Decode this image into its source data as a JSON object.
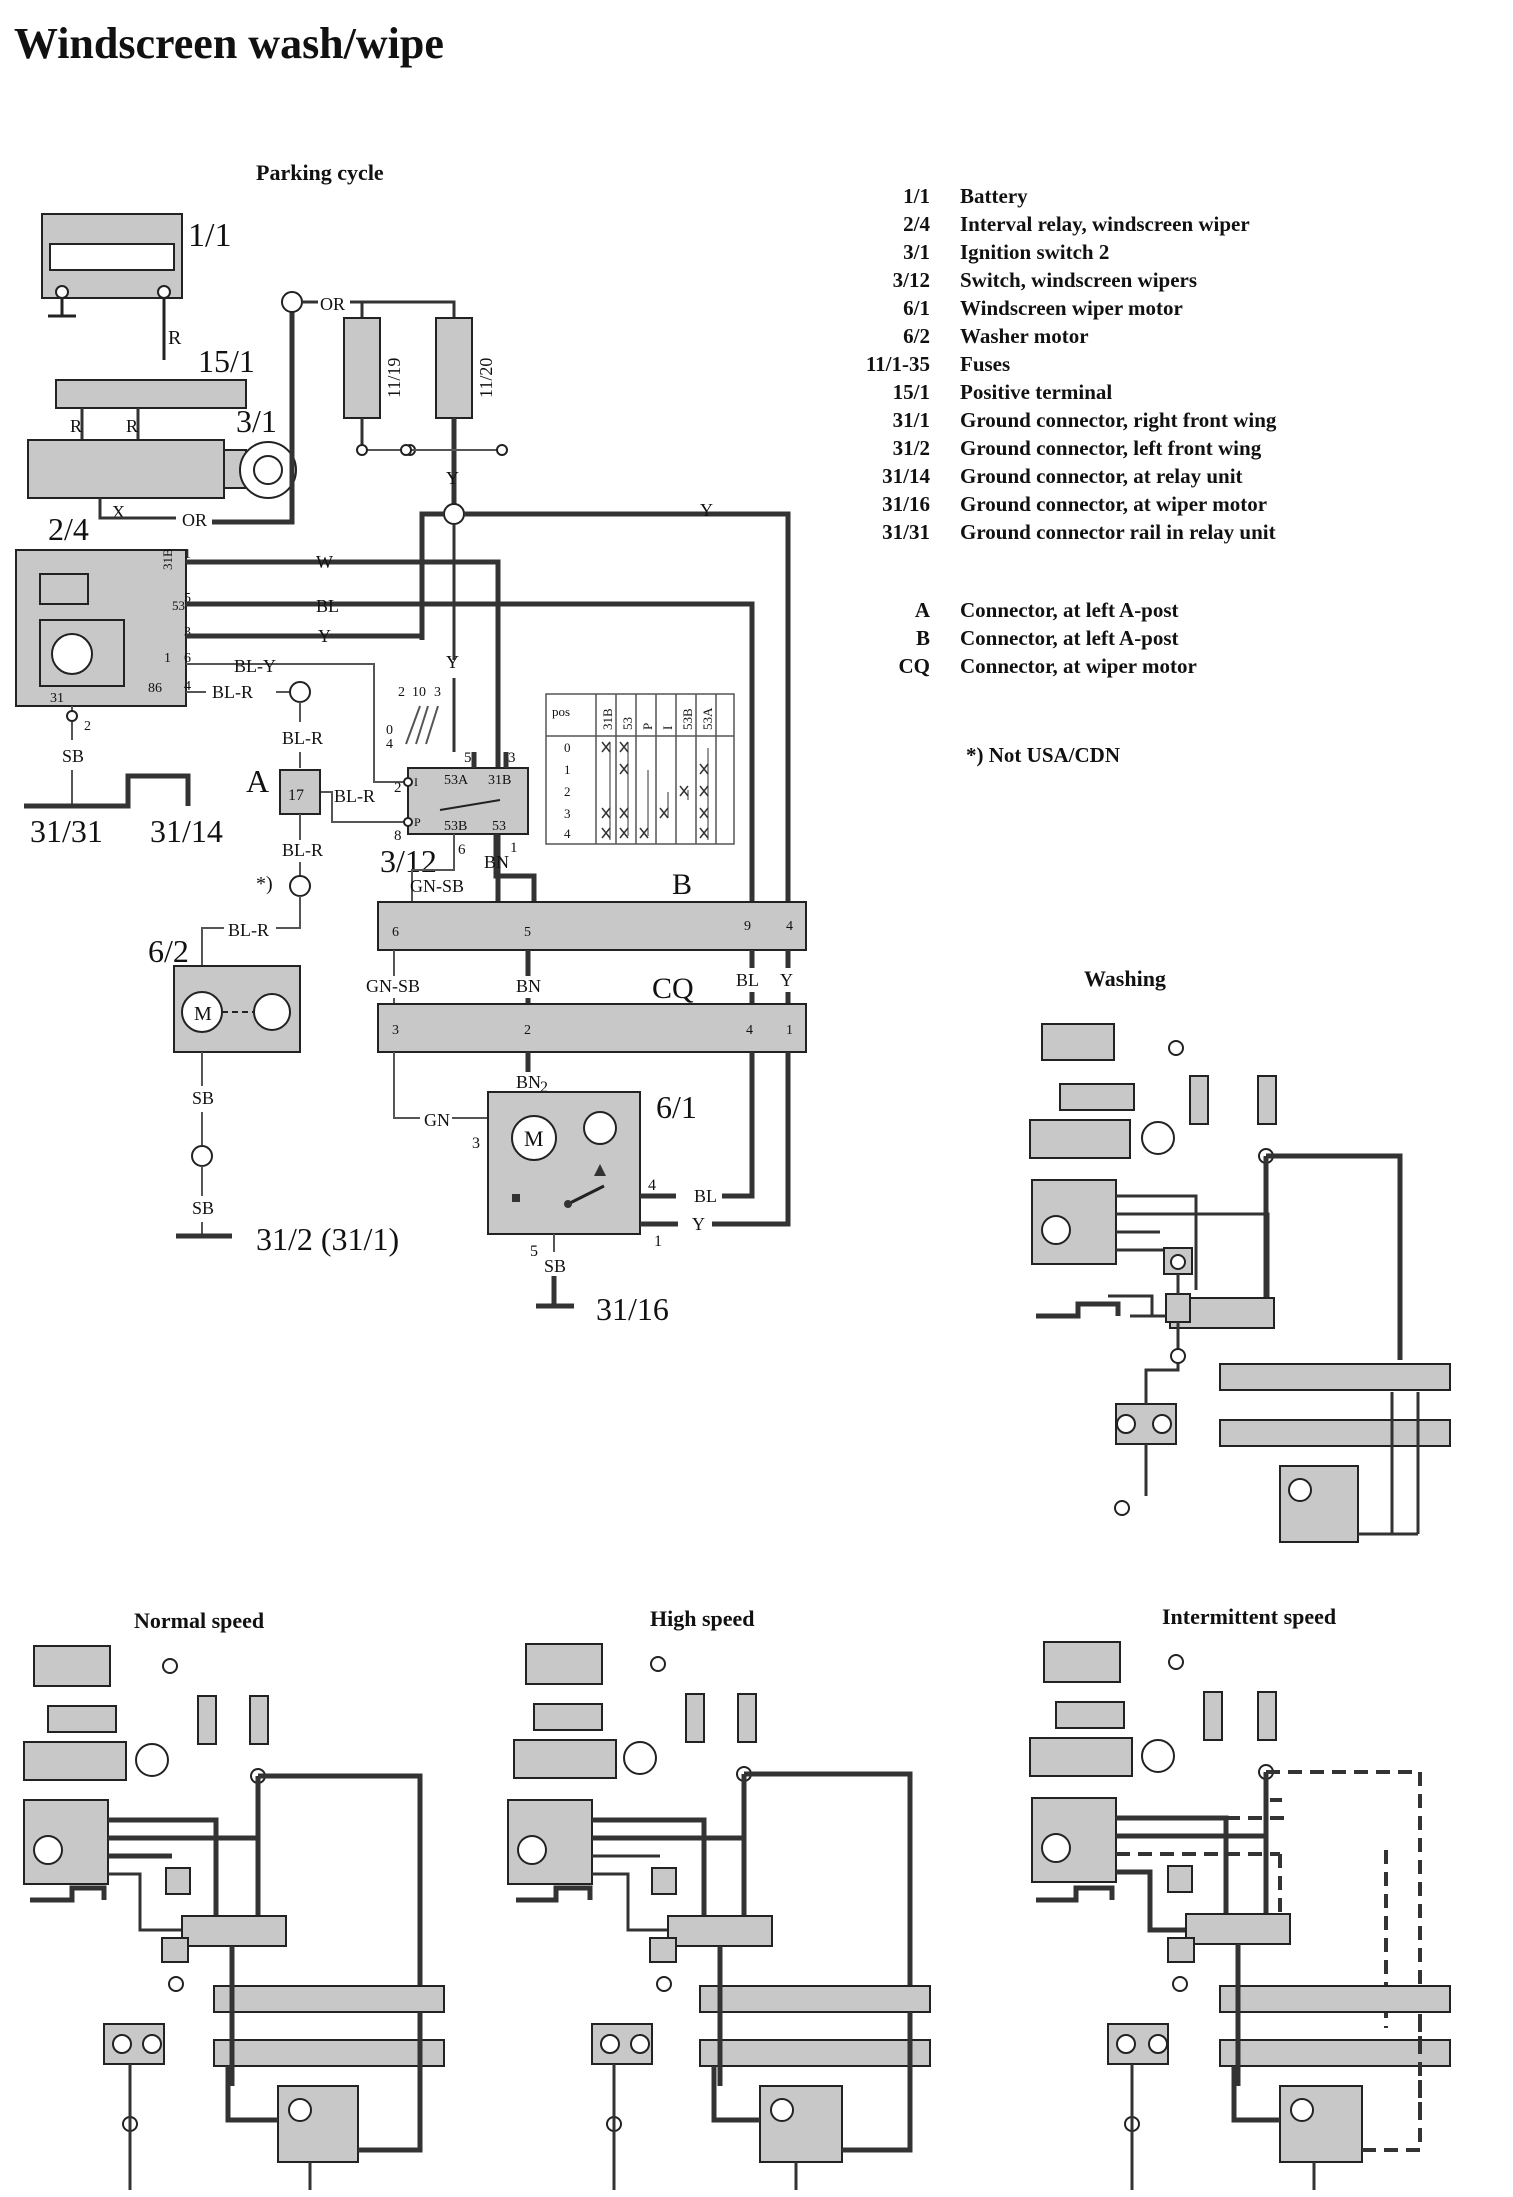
{
  "title": "Windscreen wash/wipe",
  "sections": {
    "parking": "Parking cycle",
    "washing": "Washing",
    "normal": "Normal speed",
    "high": "High speed",
    "intermittent": "Intermittent speed"
  },
  "legend": [
    {
      "code": "1/1",
      "desc": "Battery"
    },
    {
      "code": "2/4",
      "desc": "Interval relay, windscreen wiper"
    },
    {
      "code": "3/1",
      "desc": "Ignition switch 2"
    },
    {
      "code": "3/12",
      "desc": "Switch, windscreen wipers"
    },
    {
      "code": "6/1",
      "desc": "Windscreen wiper motor"
    },
    {
      "code": "6/2",
      "desc": "Washer motor"
    },
    {
      "code": "11/1-35",
      "desc": "Fuses"
    },
    {
      "code": "15/1",
      "desc": "Positive terminal"
    },
    {
      "code": "31/1",
      "desc": "Ground connector, right front wing"
    },
    {
      "code": "31/2",
      "desc": "Ground connector, left front wing"
    },
    {
      "code": "31/14",
      "desc": "Ground connector, at relay unit"
    },
    {
      "code": "31/16",
      "desc": "Ground connector, at wiper motor"
    },
    {
      "code": "31/31",
      "desc": "Ground connector rail in relay unit"
    }
  ],
  "connectors": [
    {
      "code": "A",
      "desc": "Connector, at left A-post"
    },
    {
      "code": "B",
      "desc": "Connector, at left A-post"
    },
    {
      "code": "CQ",
      "desc": "Connector, at wiper motor"
    }
  ],
  "note": "*) Not USA/CDN",
  "labels": {
    "battery": "1/1",
    "positive_terminal": "15/1",
    "ignition": "3/1",
    "relay": "2/4",
    "switch": "3/12",
    "washer_motor": "6/2",
    "wiper_motor": "6/1",
    "fuse1": "11/19",
    "fuse2": "11/20",
    "gnd_rail": "31/31",
    "gnd_relay": "31/14",
    "gnd_wing": "31/2 (31/1)",
    "gnd_motor": "31/16",
    "conn_a": "A",
    "conn_a_pin": "17",
    "conn_b": "B",
    "conn_cq": "CQ",
    "star": "*)"
  },
  "wire_colors": {
    "R": "R",
    "OR": "OR",
    "W": "W",
    "BL": "BL",
    "Y": "Y",
    "BL_Y": "BL-Y",
    "BL_R": "BL-R",
    "SB": "SB",
    "GN_SB": "GN-SB",
    "BN": "BN",
    "GN": "GN",
    "X": "X"
  },
  "switch_table": {
    "headers": [
      "pos",
      "31B",
      "53",
      "P",
      "I",
      "53B",
      "53A"
    ],
    "rows": [
      "0",
      "1",
      "2",
      "3",
      "4"
    ]
  },
  "terminals": {
    "relay": [
      "1",
      "31B",
      "5",
      "53",
      "3",
      "1",
      "6",
      "86",
      "4",
      "31",
      "2"
    ],
    "switch": [
      "53A",
      "31B",
      "53B",
      "53",
      "I",
      "P",
      "5",
      "3",
      "6",
      "1",
      "2",
      "8"
    ],
    "switch_pos": [
      "2",
      "10",
      "3",
      "0",
      "4"
    ],
    "conn_b": [
      "6",
      "5",
      "9",
      "4"
    ],
    "conn_cq": [
      "3",
      "2",
      "4",
      "1"
    ],
    "motor": [
      "2",
      "3",
      "4",
      "5",
      "1"
    ]
  },
  "colors": {
    "component_fill": "#c8c8c8",
    "wire": "#333333"
  }
}
